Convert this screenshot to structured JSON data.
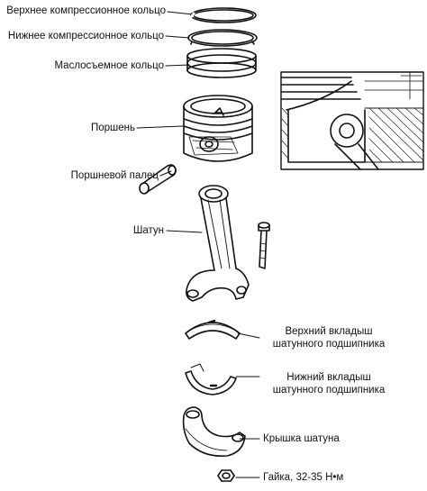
{
  "labels": {
    "top_compression_ring": "Верхнее компрессионное кольцо",
    "bottom_compression_ring": "Нижнее компрессионное кольцо",
    "oil_scraper_ring": "Маслосъемное кольцо",
    "piston": "Поршень",
    "piston_pin": "Поршневой палец",
    "connecting_rod": "Шатун",
    "upper_bearing_line1": "Верхний вкладыш",
    "upper_bearing_line2": "шатунного подшипника",
    "lower_bearing_line1": "Нижний вкладыш",
    "lower_bearing_line2": "шатунного подшипника",
    "rod_cap": "Крышка шатуна",
    "nut": "Гайка, 32-35 Н•м"
  },
  "colors": {
    "ink": "#111111",
    "background": "#ffffff"
  }
}
